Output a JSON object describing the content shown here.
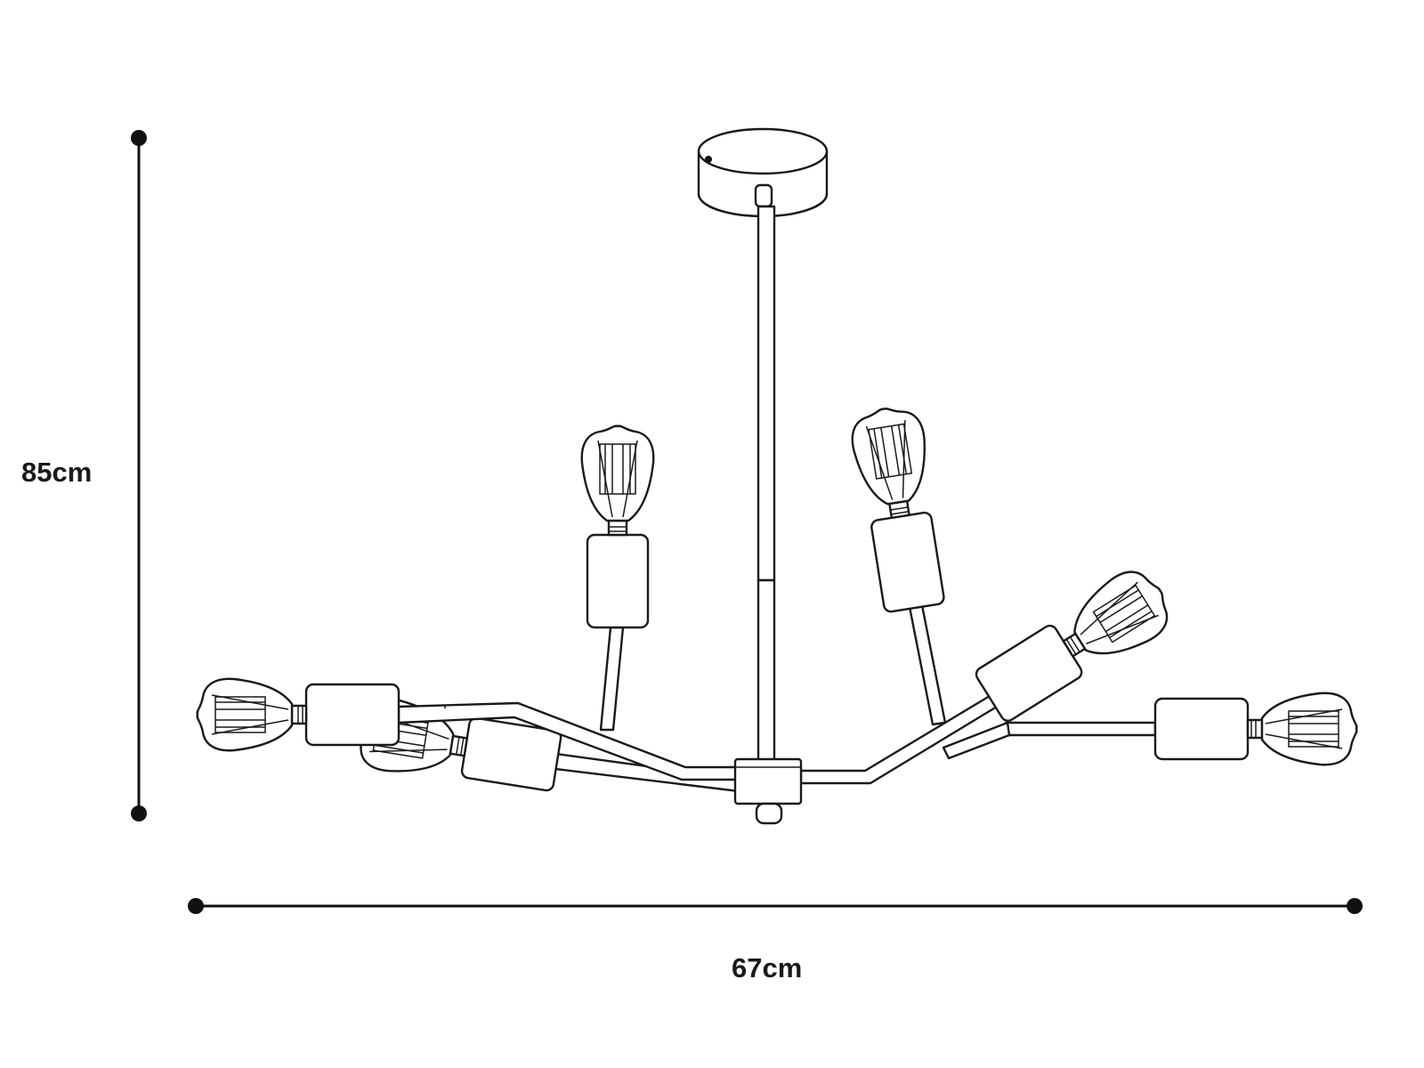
{
  "dimensions": {
    "height": "85cm",
    "width": "67cm"
  },
  "colors": {
    "line": "#1a1a1a",
    "background": "#ffffff"
  },
  "fixture": {
    "arm_count": 6,
    "bulb_type": "edison-filament-bulb"
  }
}
